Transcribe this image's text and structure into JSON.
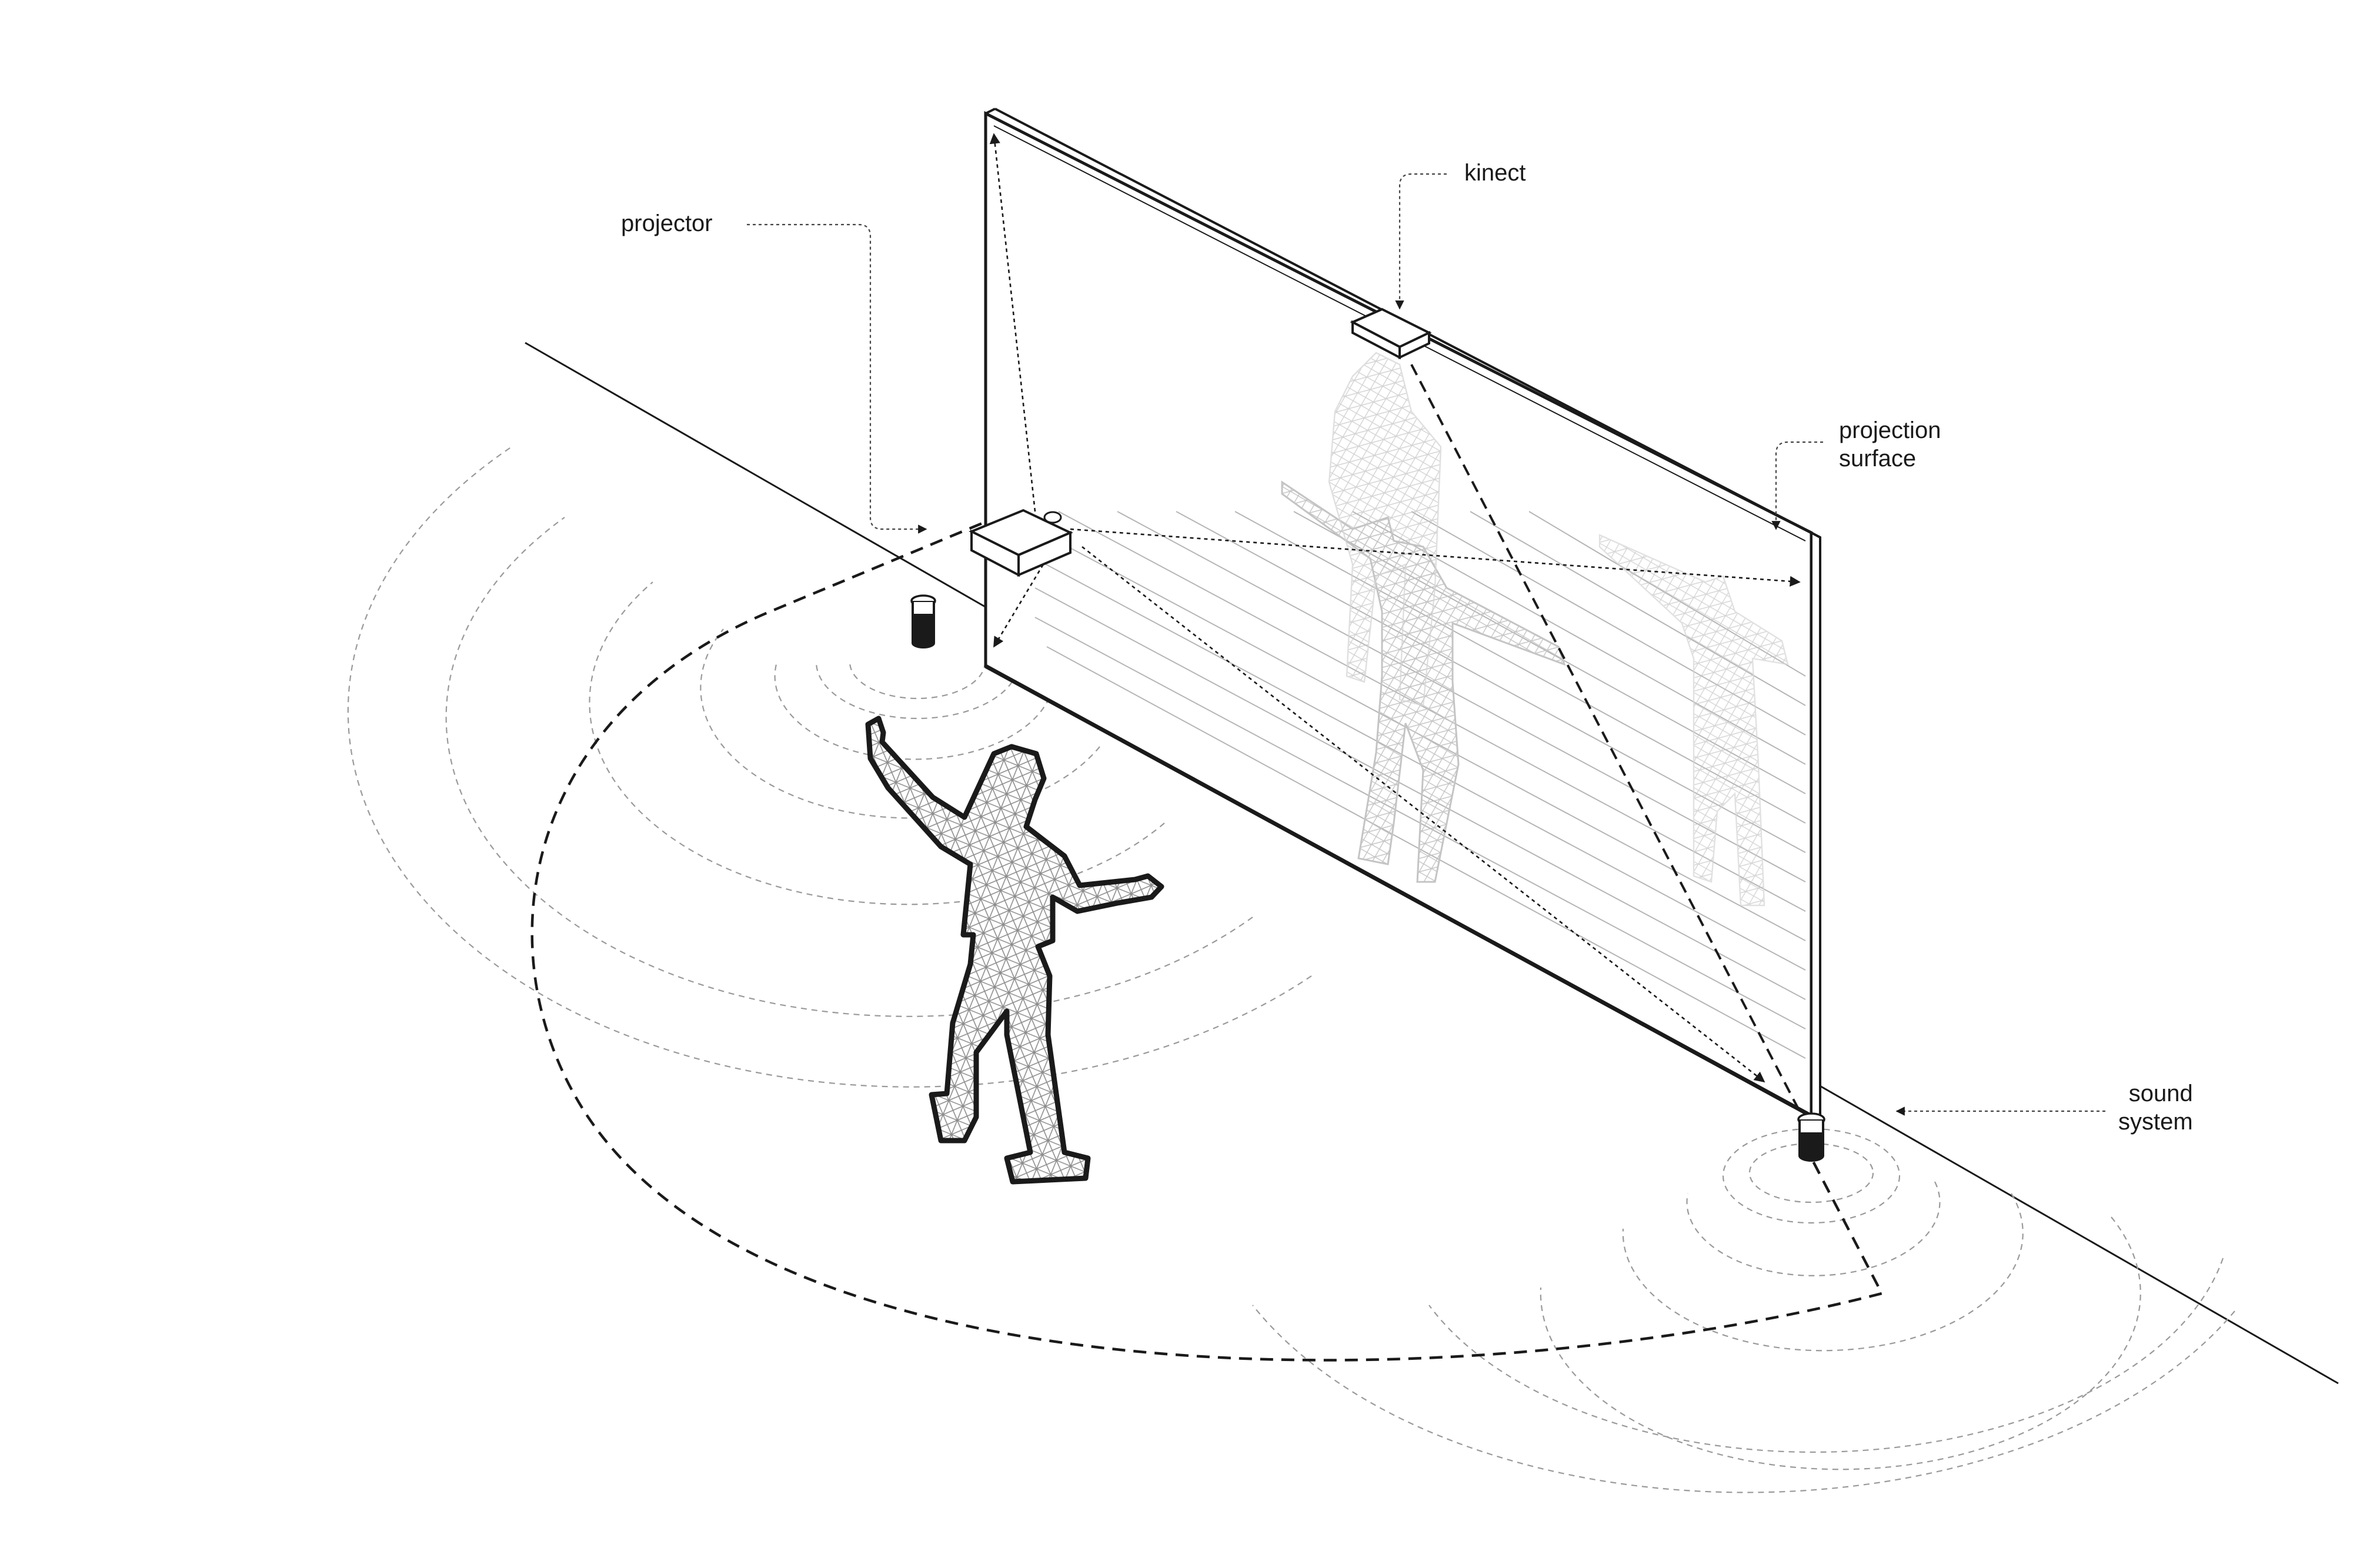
{
  "labels": {
    "projector": "projector",
    "kinect": "kinect",
    "projection_surface_line1": "projection",
    "projection_surface_line2": "surface",
    "sound_system_line1": "sound",
    "sound_system_line2": "system"
  },
  "colors": {
    "ink": "#1a1a1a",
    "leader": "#444444",
    "ripple": "#9a9a9a",
    "mesh": "#8c8c8c",
    "ghost": "#c4c4c4"
  }
}
